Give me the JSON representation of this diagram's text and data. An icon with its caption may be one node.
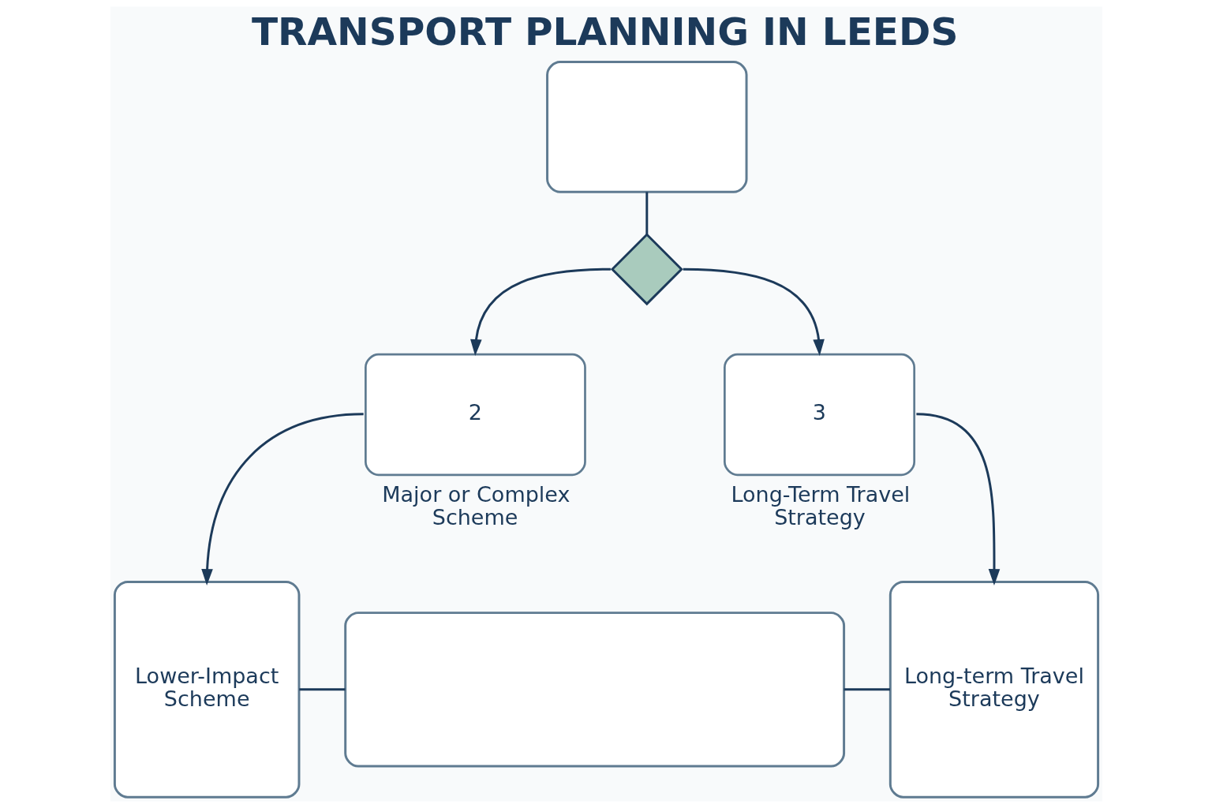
{
  "diagram": {
    "title": "TRANSPORT PLANNING IN LEEDS",
    "nodes": [
      {
        "text": [],
        "shape": "box"
      },
      {
        "text": [],
        "shape": "diamond"
      },
      {
        "text": [
          "2"
        ],
        "beside": [
          "Major or Complex Scheme"
        ]
      },
      {
        "text": [
          "3"
        ],
        "beside": [
          "Long-Term Travel Strategy"
        ]
      },
      {
        "text": [
          "Lower-Impact Scheme"
        ]
      },
      {
        "text": [],
        "shape": "box"
      },
      {
        "text": [
          "Long-term Travel Strategy"
        ]
      }
    ],
    "edges": [
      {
        "from": 0,
        "to": 1,
        "arrow": "none"
      },
      {
        "from": 1,
        "to": 2,
        "arrow": "to"
      },
      {
        "from": 1,
        "to": 3,
        "arrow": "to"
      },
      {
        "from": 2,
        "to": 4,
        "arrow": "to"
      },
      {
        "from": 3,
        "to": 6,
        "arrow": "to"
      },
      {
        "from": 4,
        "to": 5,
        "arrow": "none"
      },
      {
        "from": 5,
        "to": 6,
        "arrow": "none"
      }
    ]
  }
}
